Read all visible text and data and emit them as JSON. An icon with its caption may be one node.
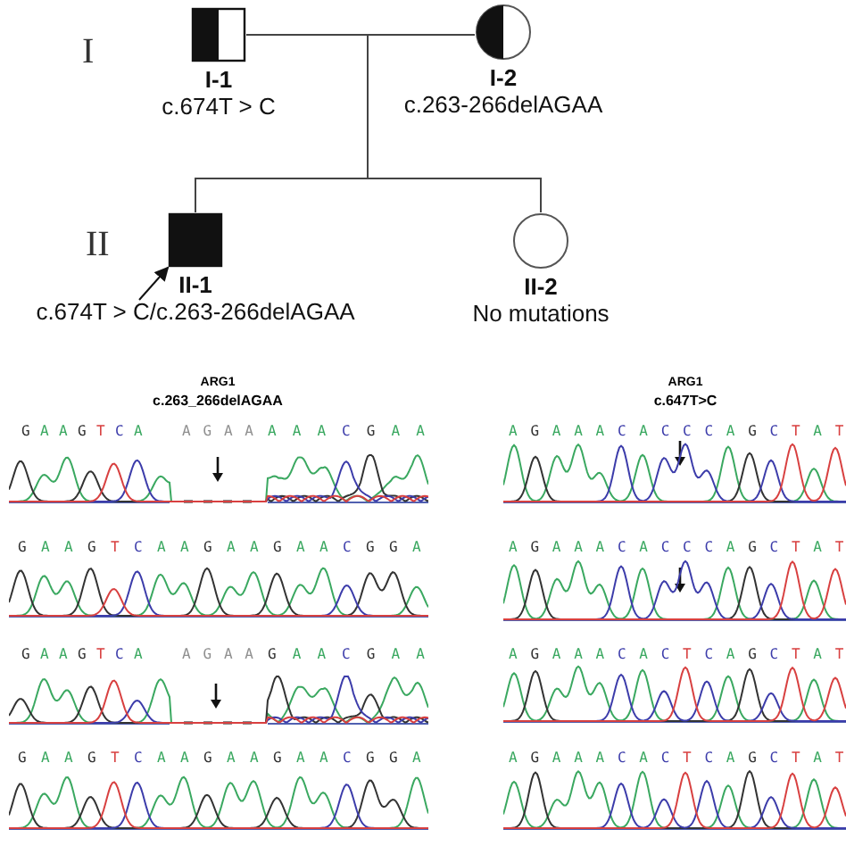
{
  "diagram": {
    "nodes": [
      {
        "text": [
          "I-1",
          "c.674T > C"
        ]
      },
      {
        "text": [
          "I-2",
          "c.263-266delAGAA"
        ]
      },
      {
        "text": [
          "II-1",
          "c.674T > C/c.263-266delAGAA"
        ]
      },
      {
        "text": [
          "II-2",
          "No mutations"
        ]
      }
    ],
    "edges": [
      {
        "from": 0,
        "to": 1,
        "arrow": "none"
      },
      {
        "from": null,
        "to": 2,
        "arrow": "none"
      },
      {
        "from": null,
        "to": 3,
        "arrow": "none"
      },
      {
        "from": null,
        "to": 2,
        "arrow": "to"
      }
    ],
    "labels": [
      "I",
      "II",
      "ARG1",
      "c.263_266delAGAA",
      "G A A G T C A",
      "A G A A",
      "A A A C G A A",
      "G A A G T C A A G A A G A A C G G A",
      "G A A G T C A",
      "A G A A",
      "G A A C G A A",
      "G A A G T C A A G A A G A A C G G A",
      "ARG1",
      "c.647T>C",
      "A G A A A C A C C C A G C T A T",
      "A G A A A C A C C C A G C T A T",
      "A G A A A C A C T C A G C T A T",
      "A G A A A C A C T C A G C T A T"
    ]
  }
}
